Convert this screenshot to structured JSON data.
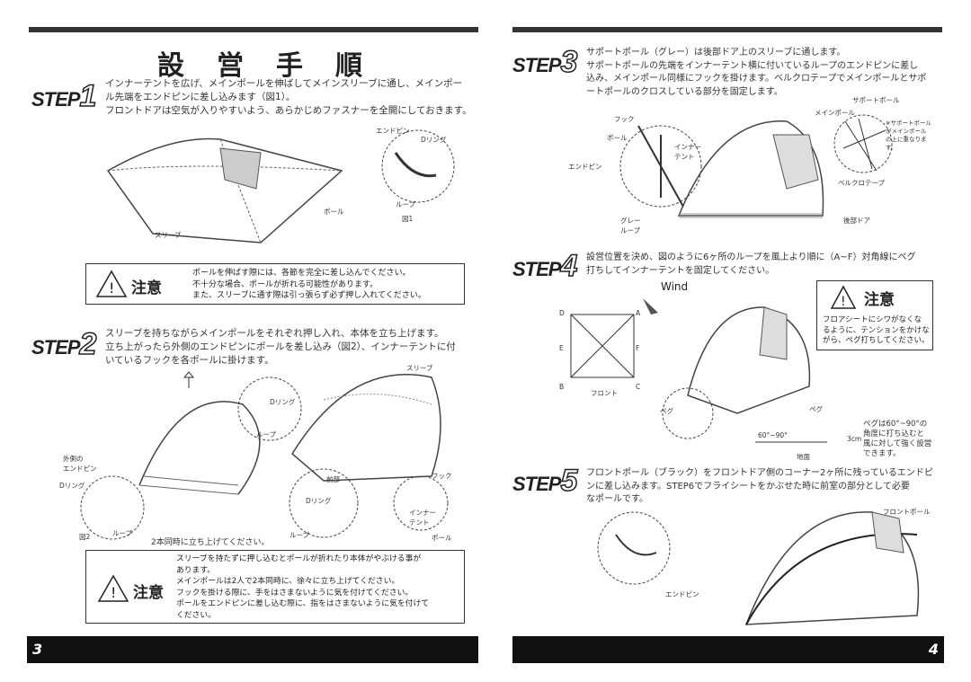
{
  "left_page": {
    "title": "設営手順",
    "page_number": "3",
    "step1": {
      "label": "STEP",
      "num": "1",
      "lines": [
        "インナーテントを広げ、メインポールを伸ばしてメインスリーブに通し、メインポー",
        "ル先端をエンドピンに差し込みます（図1）。",
        "フロントドアは空気が入りやすいよう、あらかじめファスナーを全開にしておきます。"
      ],
      "fig": {
        "end_pin": "エンドピン",
        "d_ring": "Dリング",
        "loop": "ループ",
        "fig_no": "図1",
        "pole": "ポール",
        "sleeve": "スリーブ"
      }
    },
    "caution1": {
      "heading": "注意",
      "lines": [
        "ポールを伸ばす際には、各節を完全に差し込んでください。",
        "不十分な場合、ポールが折れる可能性があります。",
        "また、スリーブに通す際は引っ張らず必ず押し入れてください。"
      ]
    },
    "step2": {
      "label": "STEP",
      "num": "2",
      "lines": [
        "スリーブを持ちながらメインポールをそれぞれ押し入れ、本体を立ち上げます。",
        "立ち上がったら外側のエンドピンにポールを差し込み（図2）、インナーテントに付",
        "いているフックを各ポールに掛けます。"
      ],
      "fig": {
        "sleeve": "スリーブ",
        "d_ring_a": "Dリング",
        "loop_a": "ループ",
        "outer_end_pin": "外側の\nエンドピン",
        "d_ring_b": "Dリング",
        "loop_b": "ループ",
        "fig_no": "図2",
        "both": "2本同時に立ち上げてください。",
        "front": "前部",
        "d_ring_c": "Dリング",
        "loop_c": "ループ",
        "hook": "フック",
        "inner_tent": "インナー\nテント",
        "pole": "ポール"
      }
    },
    "caution2": {
      "heading": "注意",
      "lines": [
        "スリーブを持たずに押し込むとポールが折れたり本体がやぶける事が",
        "あります。",
        "メインポールは2人で2本同時に、徐々に立ち上げてください。",
        "フックを掛ける際に、手をはさまないように気を付けてください。",
        "ポールをエンドピンに差し込む際に、指をはさまないように気を付けて",
        "ください。"
      ]
    }
  },
  "right_page": {
    "page_number": "4",
    "step3": {
      "label": "STEP",
      "num": "3",
      "lines": [
        "サポートポール（グレー）は後部ドア上のスリーブに通します。",
        "サポートポールの先端をインナーテント横に付いているループのエンドピンに差し",
        "込み、メインポール同様にフックを掛けます。ベルクロテープでメインポールとサポ",
        "ートポールのクロスしている部分を固定します。"
      ],
      "fig": {
        "hook": "フック",
        "pole": "ポール",
        "inner_tent": "インナー\nテント",
        "end_pin": "エンドピン",
        "gray_loop": "グレー\nループ",
        "support_pole": "サポートポール",
        "main_pole": "メインポール",
        "note": "※サポートポール\nがメインポール\nの上に重なりま\nす。",
        "velcro": "ベルクロテープ",
        "rear_door": "後部ドア"
      }
    },
    "step4": {
      "label": "STEP",
      "num": "4",
      "lines": [
        "設営位置を決め、図のように6ヶ所のループを風上より順に（A~F）対角線にペグ",
        "打ちしてインナーテントを固定してください。"
      ],
      "fig": {
        "wind": "Wind",
        "corners": [
          "A",
          "B",
          "C",
          "D",
          "E",
          "F"
        ],
        "front": "フロント",
        "peg": "ペグ",
        "peg2": "ペグ",
        "angle": "60°~90°",
        "depth": "3cm",
        "ground": "地面",
        "peg_note": "ペグは60°~90°の\n角度に打ち込むと\n風に対して強く設営\nできます。"
      },
      "caution": {
        "heading": "注意",
        "lines": [
          "フロアシートにシワがなくな",
          "るように、テンションをかけな",
          "がら、ペグ打ちしてください。"
        ]
      }
    },
    "step5": {
      "label": "STEP",
      "num": "5",
      "lines": [
        "フロントポール（ブラック）をフロントドア側のコーナー2ヶ所に残っているエンドピ",
        "ンに差し込みます。STEP6でフライシートをかぶせた時に前室の部分として必要",
        "なポールです。"
      ],
      "fig": {
        "front_pole": "フロントポール",
        "end_pin": "エンドピン"
      }
    }
  }
}
